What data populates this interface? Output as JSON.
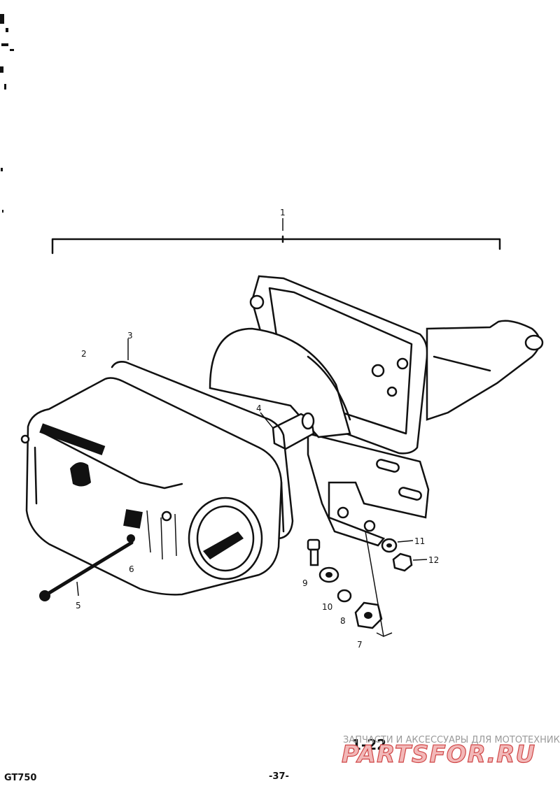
{
  "callouts": {
    "c1": "1",
    "c2": "2",
    "c3": "3",
    "c4": "4",
    "c5": "5",
    "c6": "6",
    "c7": "7",
    "c8": "8",
    "c9": "9",
    "c10": "10",
    "c11": "11",
    "c12": "12"
  },
  "page_number": "1-22",
  "page_label": "-37-",
  "model_label": "GT750",
  "watermark": {
    "top_text": "ЗАПЧАСТИ И АКСЕССУАРЫ ДЛЯ МОТОТЕХНИКИ",
    "main_text": "PARTSFOR.RU"
  }
}
